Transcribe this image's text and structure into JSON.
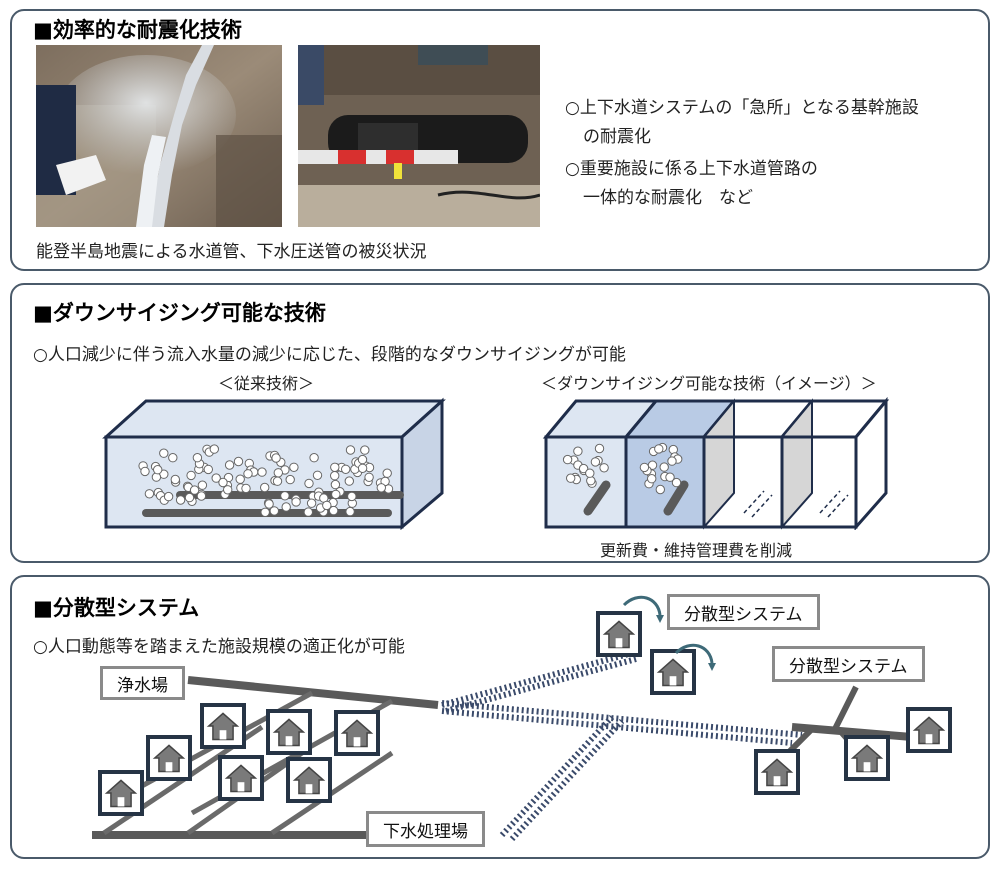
{
  "section1": {
    "title": "■効率的な耐震化技術",
    "photo_caption": "能登半島地震による水道管、下水圧送管の被災状況",
    "bullets": [
      "○上下水道システムの「急所」となる基幹施設",
      "の耐震化",
      "○重要施設に係る上下水道管路の",
      "一体的な耐震化　など"
    ]
  },
  "section2": {
    "title": "■ダウンサイジング可能な技術",
    "bullet": "○人口減少に伴う流入水量の減少に応じた、段階的なダウンサイジングが可能",
    "label_conventional": "＜従来技術＞",
    "label_downsizing": "＜ダウンサイジング可能な技術（イメージ）＞",
    "note": "更新費・維持管理費を削減"
  },
  "section3": {
    "title": "■分散型システム",
    "bullet": "○人口動態等を踏まえた施設規模の適正化が可能",
    "water_plant": "浄水場",
    "sewage_plant": "下水処理場",
    "distributed_1": "分散型システム",
    "distributed_2": "分散型システム",
    "house_icon": "house-icon",
    "recycle_icon": "circular-arrow-icon"
  },
  "colors": {
    "border": "#4a5a6a",
    "pipe": "#5a5a5a",
    "tank_fill": "#dde6f2",
    "tank_fill_dark": "#b9cbe5",
    "tank_edge": "#1f2d4a",
    "house_border": "#263445",
    "label_border": "#8a8a8a"
  }
}
